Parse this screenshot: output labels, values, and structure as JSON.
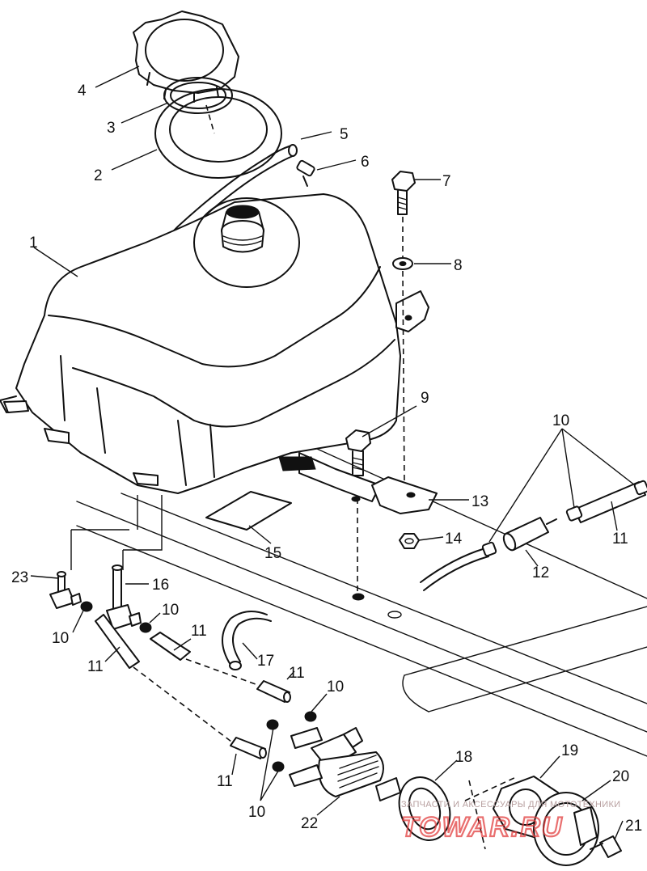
{
  "callouts": [
    {
      "id": "c1",
      "text": "1"
    },
    {
      "id": "c2",
      "text": "2"
    },
    {
      "id": "c3",
      "text": "3"
    },
    {
      "id": "c4",
      "text": "4"
    },
    {
      "id": "c5",
      "text": "5"
    },
    {
      "id": "c6",
      "text": "6"
    },
    {
      "id": "c7",
      "text": "7"
    },
    {
      "id": "c8",
      "text": "8"
    },
    {
      "id": "c9",
      "text": "9"
    },
    {
      "id": "c10a",
      "text": "10"
    },
    {
      "id": "c11a",
      "text": "11"
    },
    {
      "id": "c12",
      "text": "12"
    },
    {
      "id": "c13",
      "text": "13"
    },
    {
      "id": "c14",
      "text": "14"
    },
    {
      "id": "c15",
      "text": "15"
    },
    {
      "id": "c23",
      "text": "23"
    },
    {
      "id": "c16",
      "text": "16"
    },
    {
      "id": "c10b",
      "text": "10"
    },
    {
      "id": "c10c",
      "text": "10"
    },
    {
      "id": "c11b",
      "text": "11"
    },
    {
      "id": "c11c",
      "text": "11"
    },
    {
      "id": "c17",
      "text": "17"
    },
    {
      "id": "c11d",
      "text": "11"
    },
    {
      "id": "c10d",
      "text": "10"
    },
    {
      "id": "c18",
      "text": "18"
    },
    {
      "id": "c19",
      "text": "19"
    },
    {
      "id": "c20",
      "text": "20"
    },
    {
      "id": "c11e",
      "text": "11"
    },
    {
      "id": "c10e",
      "text": "10"
    },
    {
      "id": "c22",
      "text": "22"
    },
    {
      "id": "c21",
      "text": "21"
    }
  ],
  "watermark": {
    "caption": "ЗАПЧАСТИ И АКСЕССУАРЫ ДЛЯ МОТОТЕХНИКИ",
    "logo": "TOWAR.RU"
  }
}
